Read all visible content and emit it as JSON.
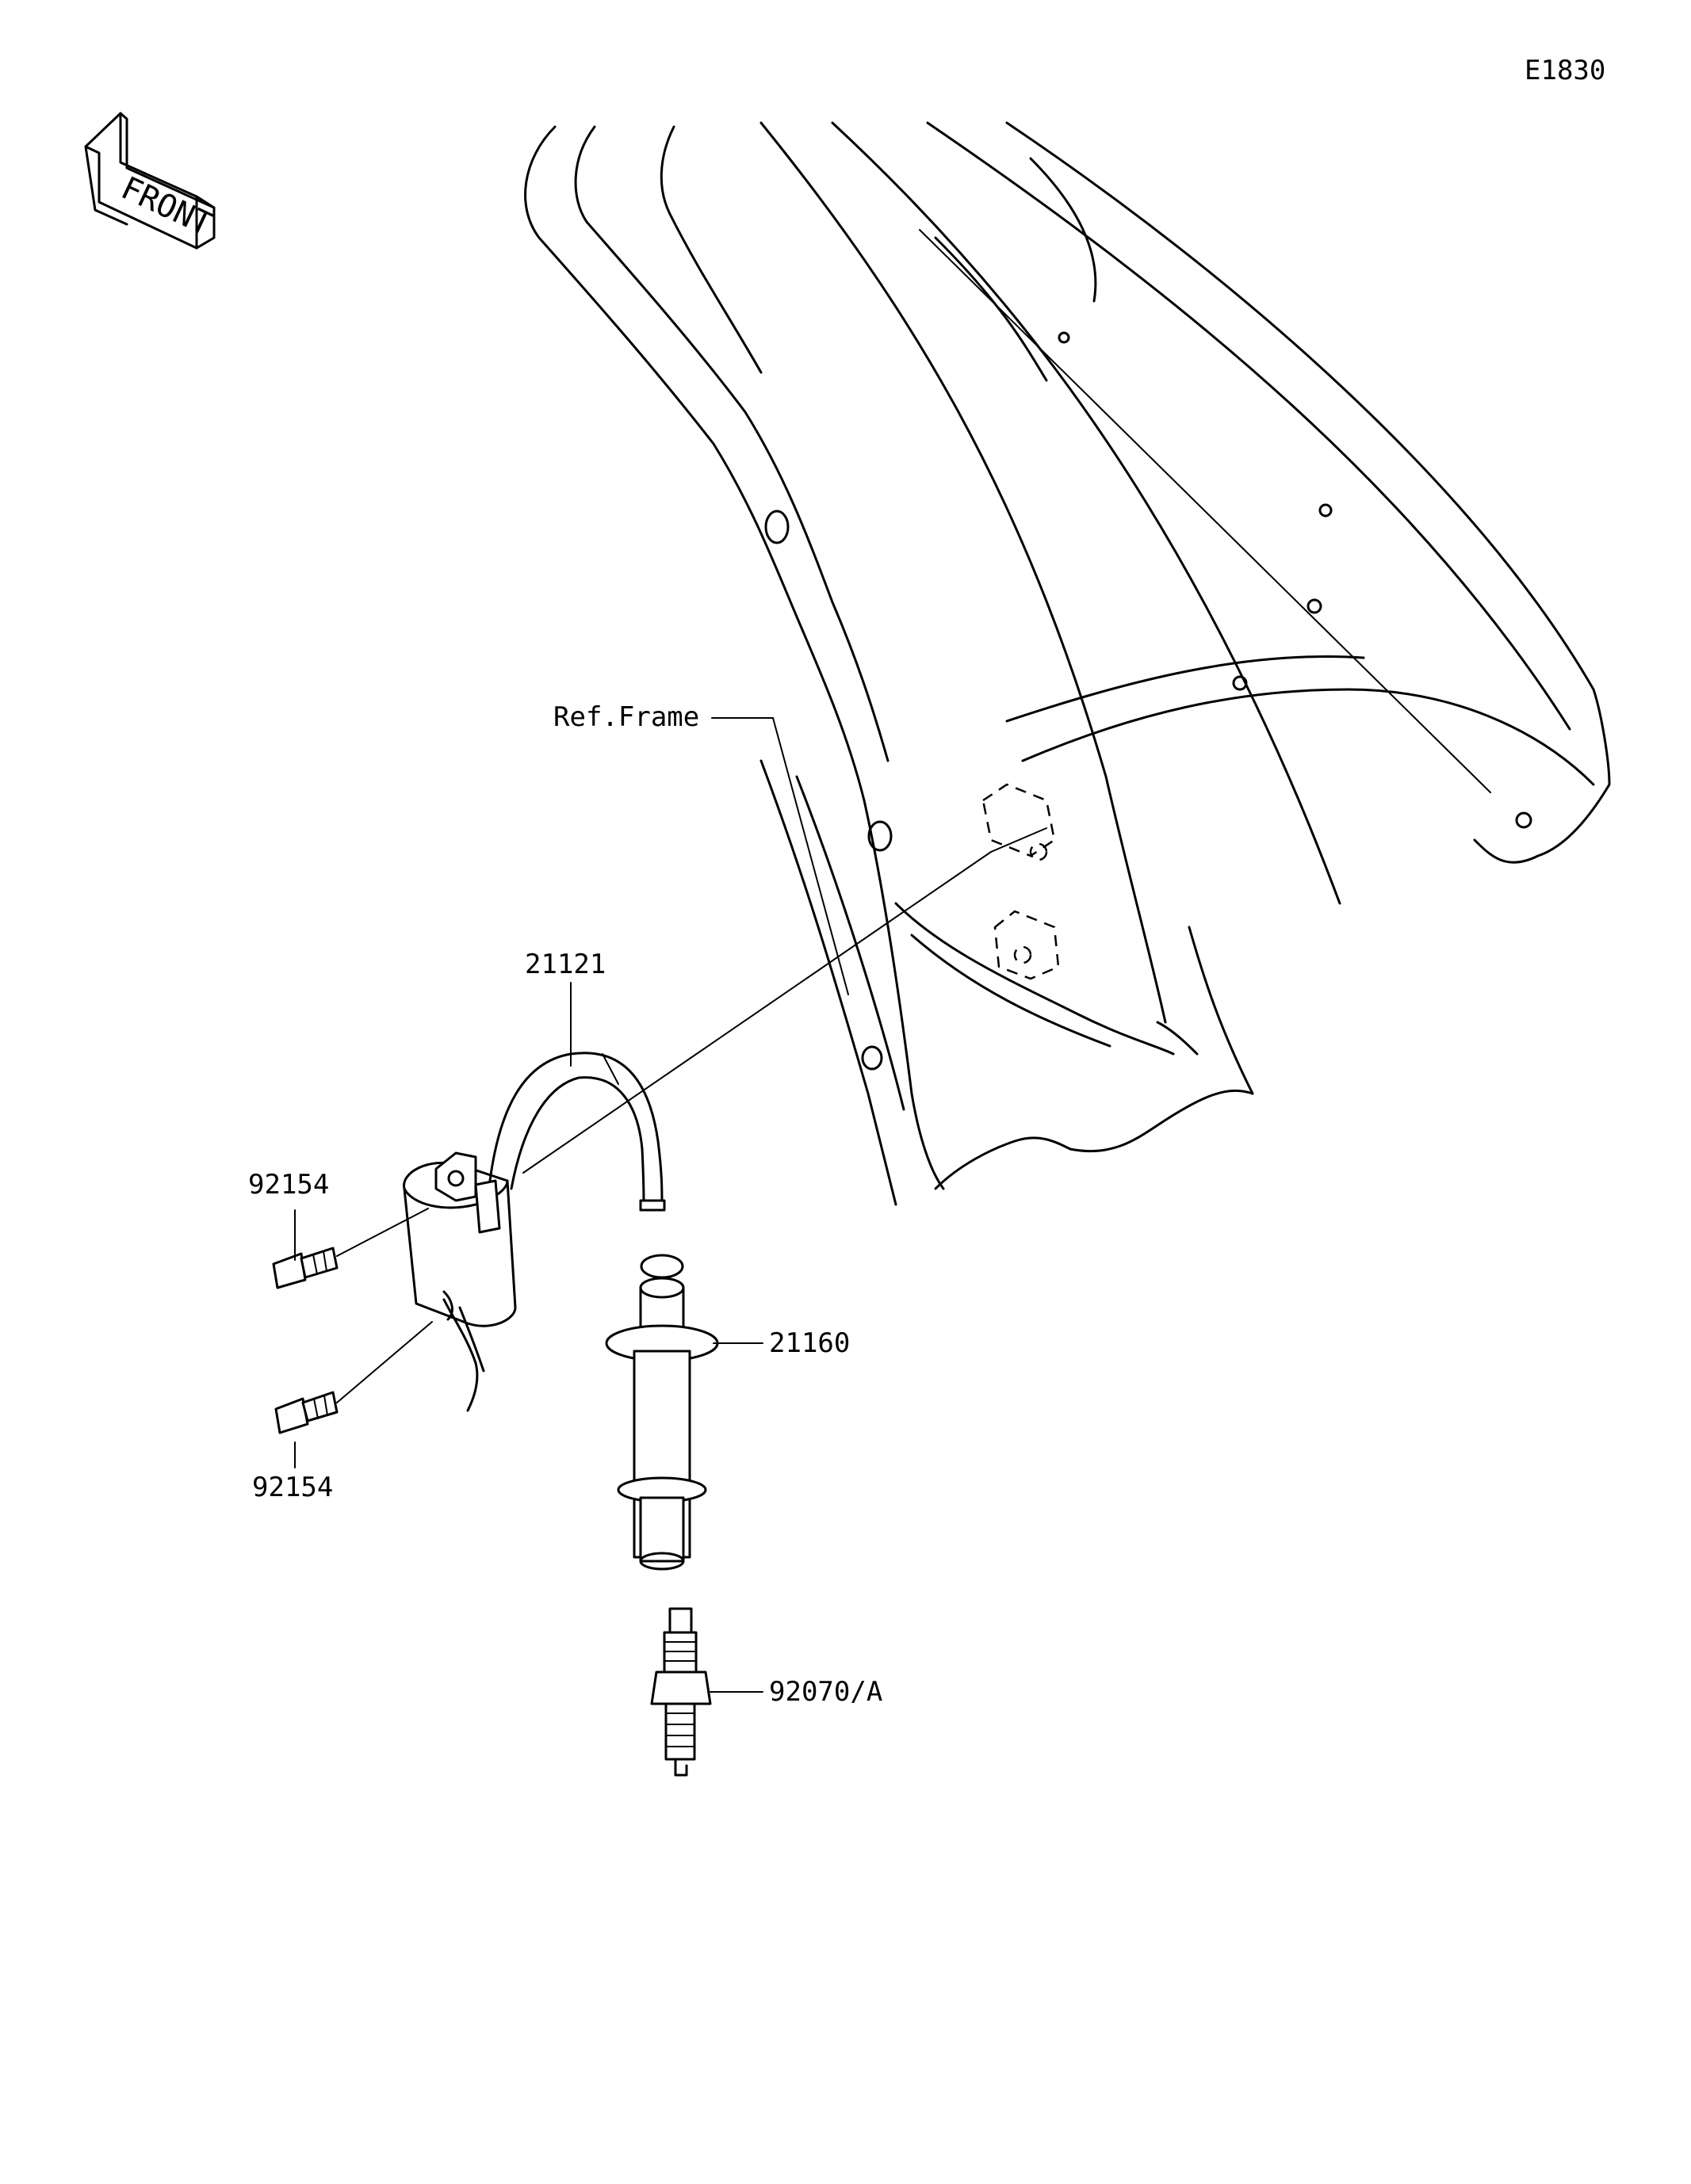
{
  "diagram": {
    "code": "E1830",
    "front_arrow_text": "FRONT",
    "ref_frame_label": "Ref.Frame",
    "parts": [
      {
        "number": "21121"
      },
      {
        "number": "92154"
      },
      {
        "number": "92154"
      },
      {
        "number": "21160"
      },
      {
        "number": "92070/A"
      }
    ]
  }
}
